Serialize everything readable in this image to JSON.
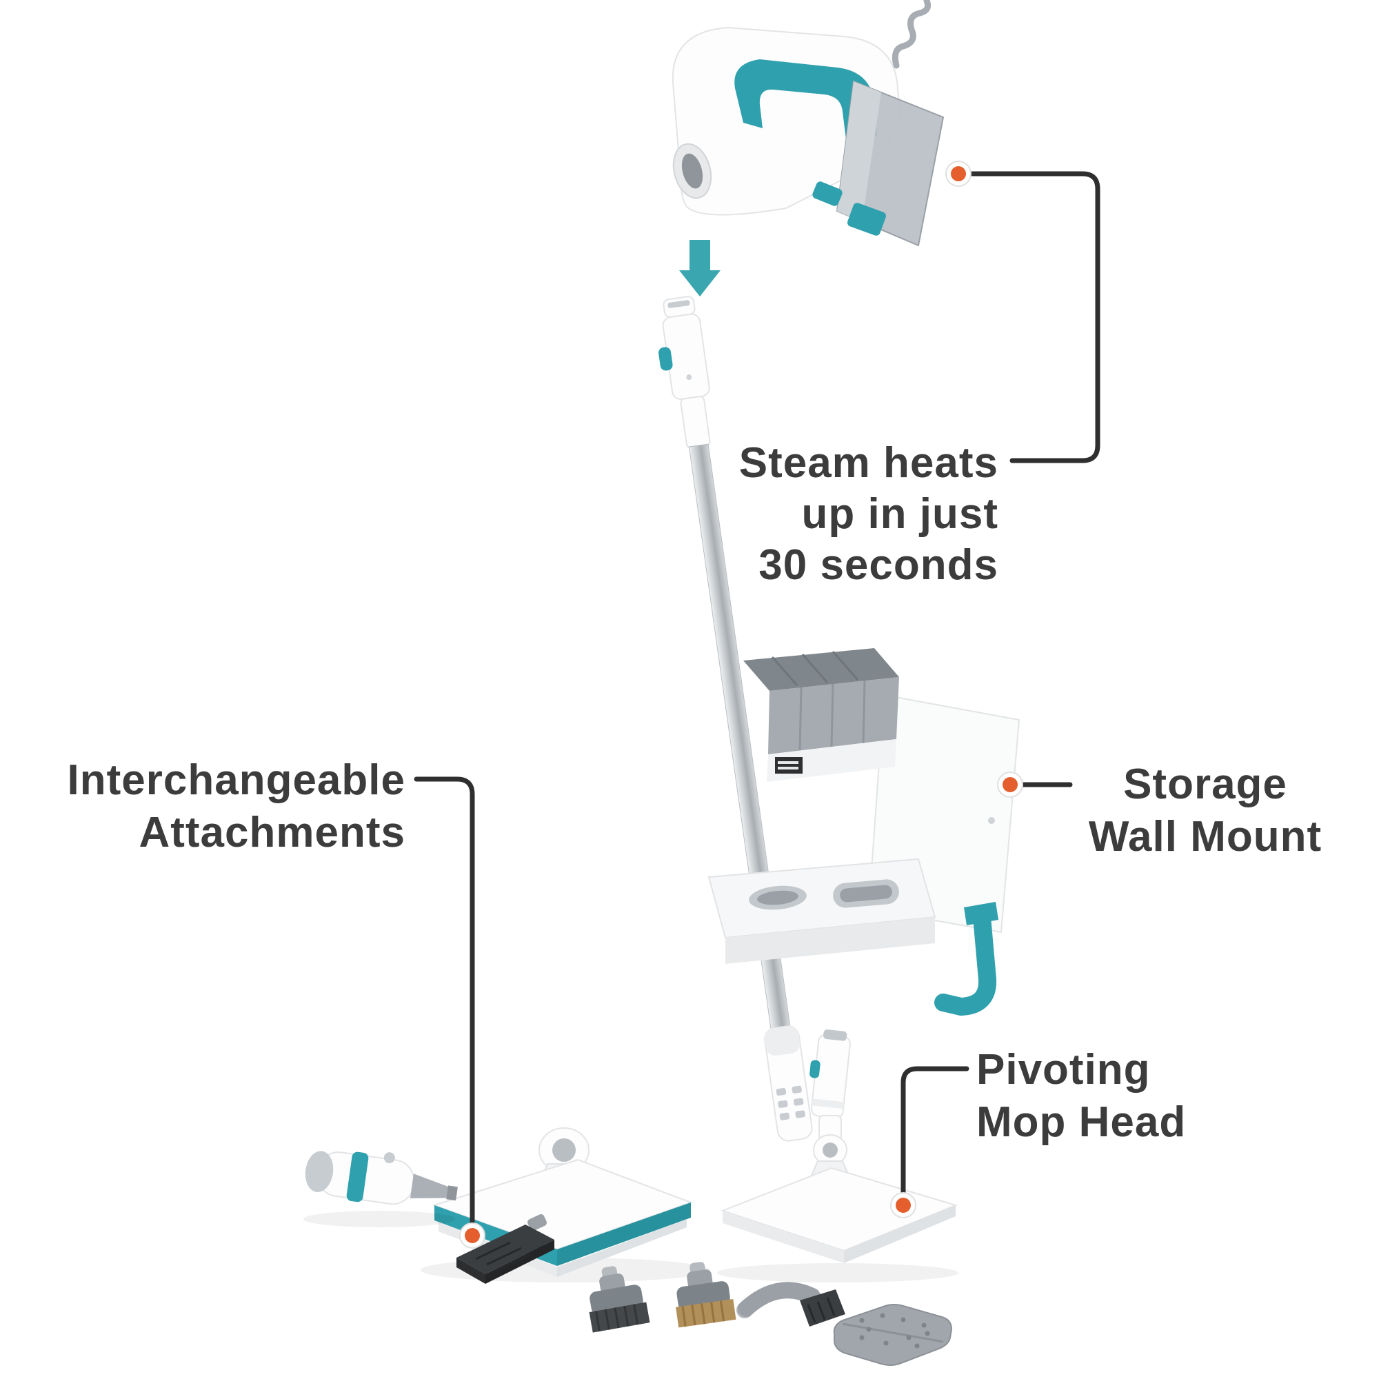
{
  "callouts": {
    "steam_heats": {
      "lines": [
        "Steam heats",
        "up in just",
        "30 seconds"
      ]
    },
    "attachments": {
      "lines": [
        "Interchangeable",
        "Attachments"
      ]
    },
    "wall_mount": {
      "lines": [
        "Storage",
        "Wall Mount"
      ]
    },
    "mop_head": {
      "lines": [
        "Pivoting",
        "Mop Head"
      ]
    }
  },
  "colors": {
    "teal": "#2fa0ad",
    "teal_dark": "#27929e",
    "orange_marker": "#e45f2d",
    "text": "#3c3c3c",
    "line": "#2f2f2f"
  }
}
